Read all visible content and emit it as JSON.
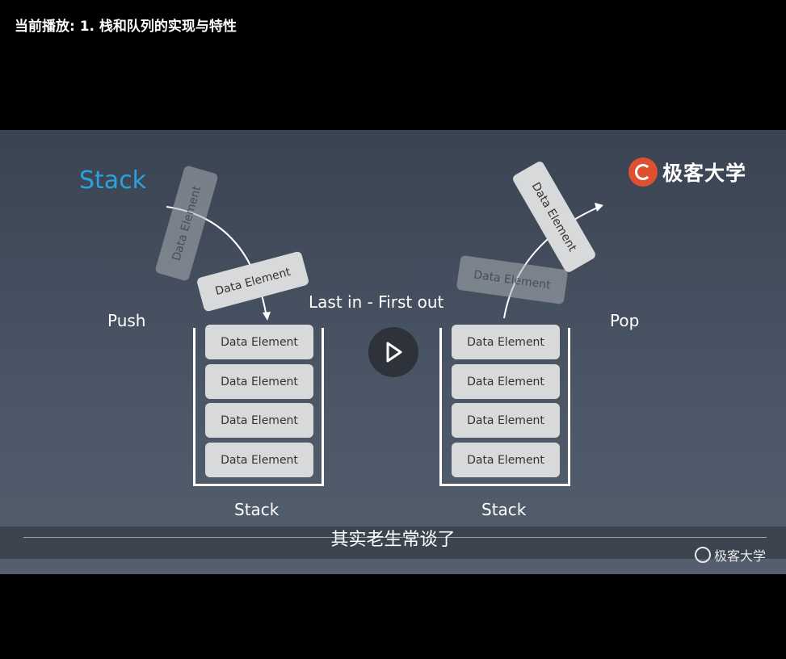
{
  "header": {
    "now_playing": "当前播放: 1. 栈和队列的实现与特性"
  },
  "slide": {
    "title": "Stack",
    "brand": "极客大学",
    "push_label": "Push",
    "pop_label": "Pop",
    "lifo_label": "Last in - First out",
    "element_label": "Data Element",
    "stack_label": "Stack",
    "left_stack_items": [
      "Data Element",
      "Data Element",
      "Data Element",
      "Data Element"
    ],
    "right_stack_items": [
      "Data Element",
      "Data Element",
      "Data Element",
      "Data Element"
    ]
  },
  "player": {
    "subtitle": "其实老生常谈了",
    "watermark": "极客大学",
    "play_icon": "play-icon"
  },
  "colors": {
    "title": "#2aa3dc",
    "brand_red": "#e0502e",
    "element": "#d8d9db"
  }
}
